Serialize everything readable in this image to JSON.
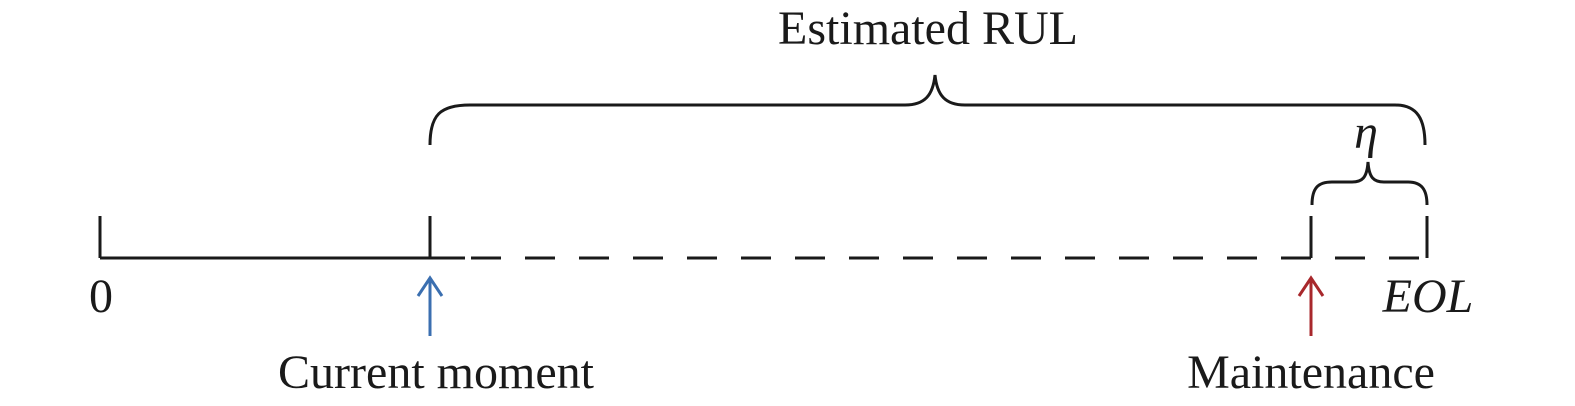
{
  "diagram": {
    "top_label": "Estimated RUL",
    "eta_label": "η",
    "origin_label": "0",
    "eol_label": "EOL",
    "current_label": "Current moment",
    "maintenance_label": "Maintenance",
    "colors": {
      "line": "#1a1a1a",
      "current_arrow": "#3b6fb0",
      "maintenance_arrow": "#a8282c"
    }
  }
}
